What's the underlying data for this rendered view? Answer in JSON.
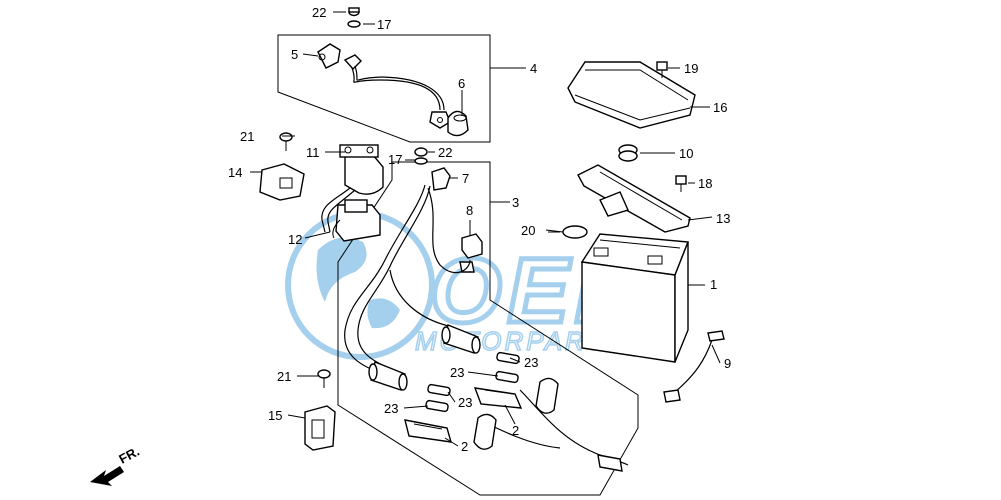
{
  "diagram": {
    "watermark": {
      "brand": "OEM",
      "subtitle": "MOTORPARTS",
      "color": "#5aa8e0"
    },
    "direction_label": "FR.",
    "callouts": [
      {
        "id": "c1",
        "text": "1"
      },
      {
        "id": "c2a",
        "text": "2"
      },
      {
        "id": "c2b",
        "text": "2"
      },
      {
        "id": "c3",
        "text": "3"
      },
      {
        "id": "c4",
        "text": "4"
      },
      {
        "id": "c5",
        "text": "5"
      },
      {
        "id": "c6",
        "text": "6"
      },
      {
        "id": "c7",
        "text": "7"
      },
      {
        "id": "c8",
        "text": "8"
      },
      {
        "id": "c9",
        "text": "9"
      },
      {
        "id": "c10",
        "text": "10"
      },
      {
        "id": "c11",
        "text": "11"
      },
      {
        "id": "c12",
        "text": "12"
      },
      {
        "id": "c13",
        "text": "13"
      },
      {
        "id": "c14",
        "text": "14"
      },
      {
        "id": "c15",
        "text": "15"
      },
      {
        "id": "c16",
        "text": "16"
      },
      {
        "id": "c17a",
        "text": "17"
      },
      {
        "id": "c17b",
        "text": "17"
      },
      {
        "id": "c18",
        "text": "18"
      },
      {
        "id": "c19",
        "text": "19"
      },
      {
        "id": "c20",
        "text": "20"
      },
      {
        "id": "c21a",
        "text": "21"
      },
      {
        "id": "c21b",
        "text": "21"
      },
      {
        "id": "c22a",
        "text": "22"
      },
      {
        "id": "c22b",
        "text": "22"
      },
      {
        "id": "c23a",
        "text": "23"
      },
      {
        "id": "c23b",
        "text": "23"
      },
      {
        "id": "c23c",
        "text": "23"
      },
      {
        "id": "c23d",
        "text": "23"
      }
    ]
  }
}
